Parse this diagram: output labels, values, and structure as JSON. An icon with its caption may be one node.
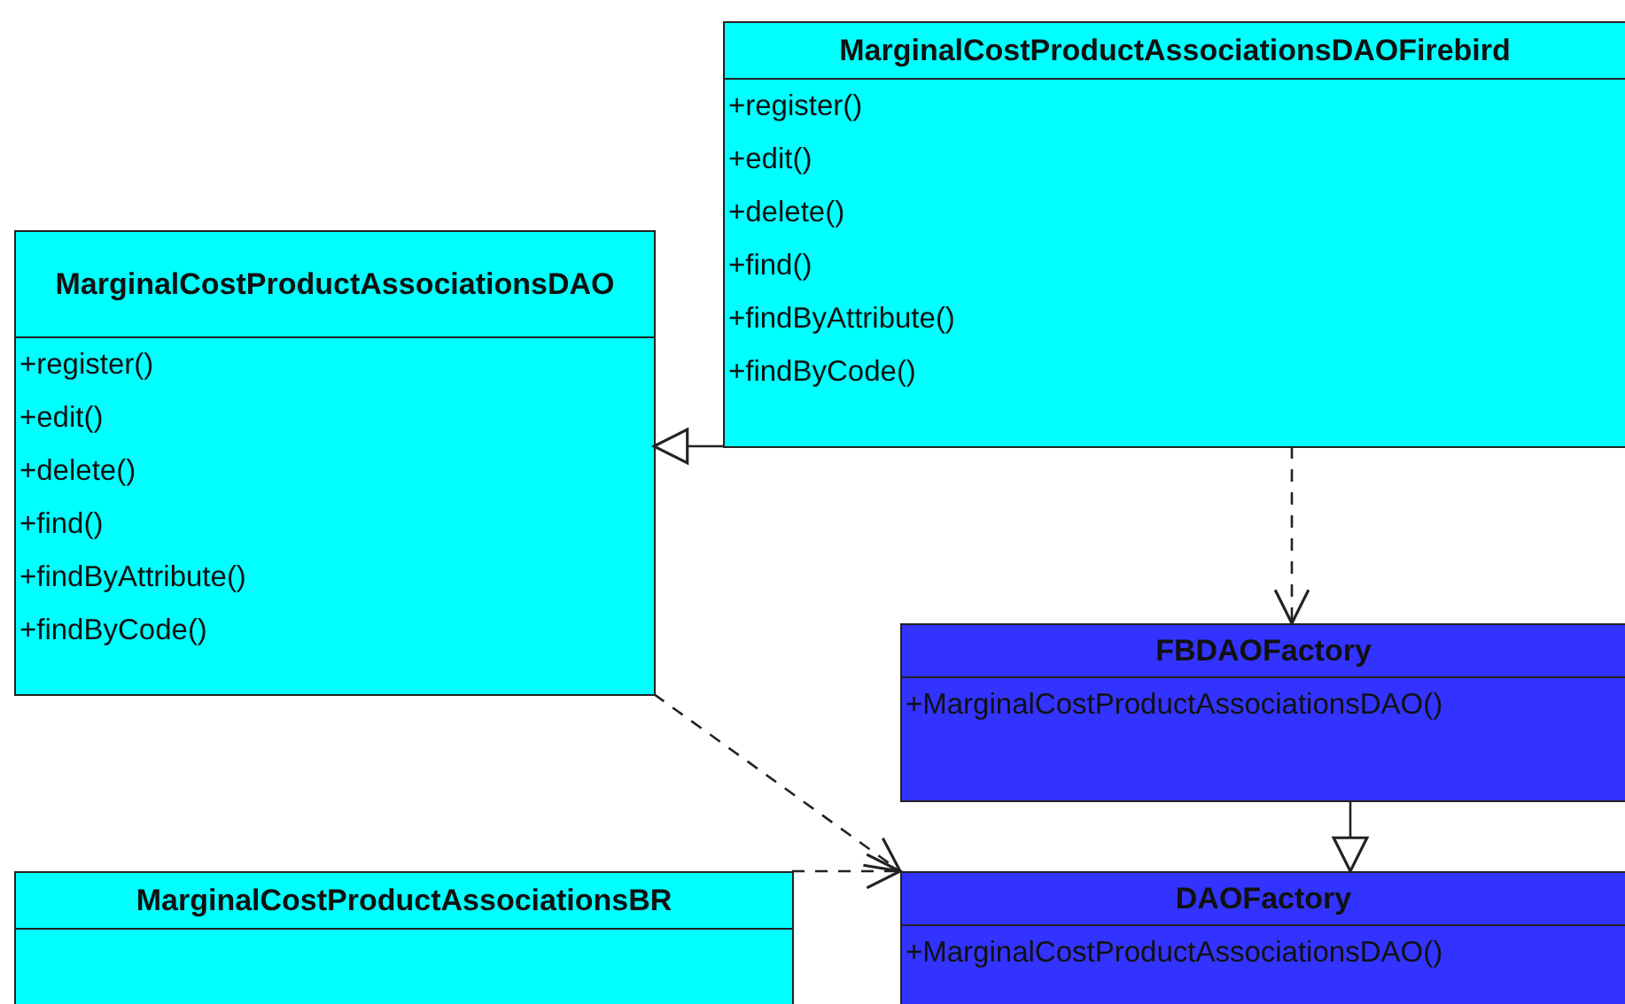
{
  "diagram": {
    "nodes": [
      {
        "text": [
          "MarginalCostProductAssociationsDAOFirebird",
          "+register()",
          "+edit()",
          "+delete()",
          "+find()",
          "+findByAttribute()",
          "+findByCode()"
        ]
      },
      {
        "text": [
          "MarginalCostProductAssociationsDAO",
          "+register()",
          "+edit()",
          "+delete()",
          "+find()",
          "+findByAttribute()",
          "+findByCode()"
        ]
      },
      {
        "text": [
          "FBDAOFactory",
          "+MarginalCostProductAssociationsDAO()"
        ]
      },
      {
        "text": [
          "MarginalCostProductAssociationsBR"
        ]
      },
      {
        "text": [
          "DAOFactory",
          "+MarginalCostProductAssociationsDAO()"
        ]
      }
    ],
    "edges": [
      {
        "from": 0,
        "to": 1,
        "arrow": "to"
      },
      {
        "from": 0,
        "to": 2,
        "arrow": "to",
        "style": "dashed"
      },
      {
        "from": 1,
        "to": 4,
        "arrow": "to",
        "style": "dashed"
      },
      {
        "from": 3,
        "to": 4,
        "arrow": "to",
        "style": "dashed"
      },
      {
        "from": 2,
        "to": 4,
        "arrow": "to"
      }
    ]
  }
}
